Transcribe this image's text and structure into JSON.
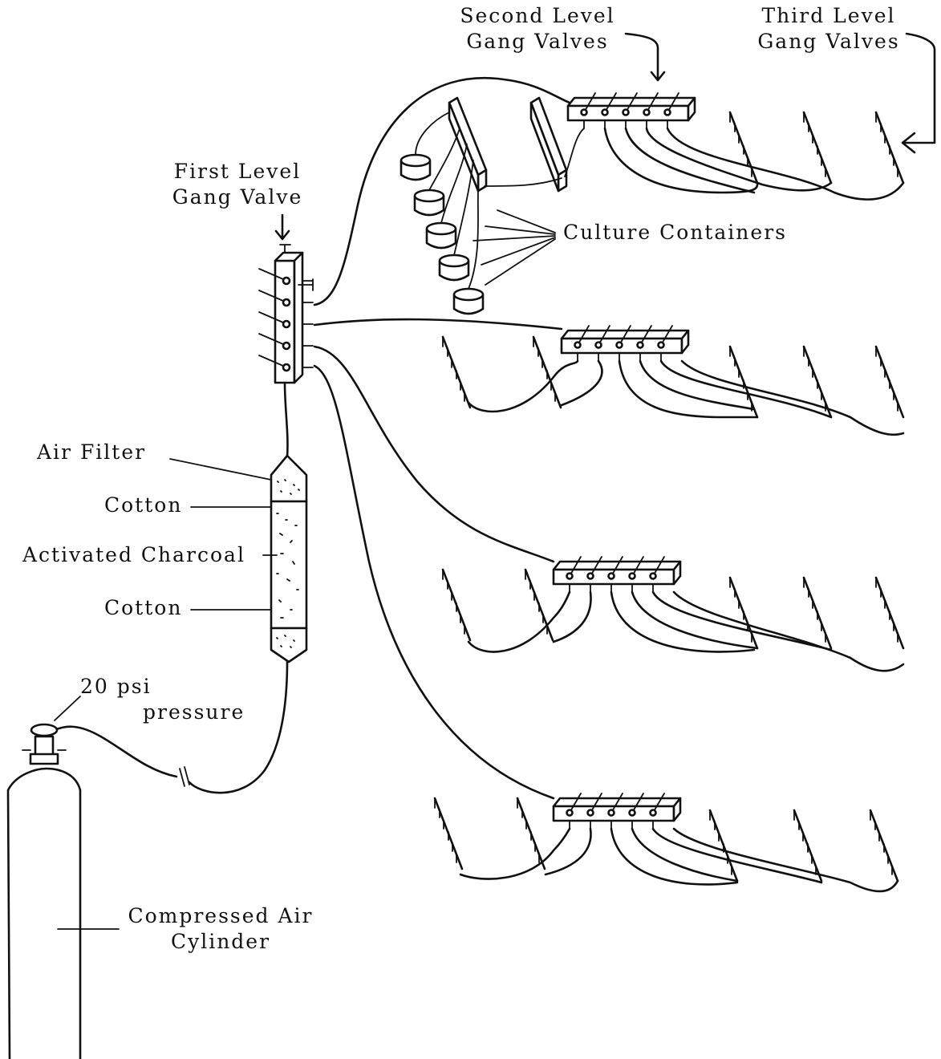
{
  "colors": {
    "ink": "#111111",
    "paper": "#ffffff"
  },
  "labels": {
    "second_level": {
      "line1": "Second Level",
      "line2": "Gang Valves"
    },
    "third_level": {
      "line1": "Third Level",
      "line2": "Gang Valves"
    },
    "first_level": {
      "line1": "First Level",
      "line2": "Gang Valve"
    },
    "culture_containers": "Culture Containers",
    "air_filter": "Air Filter",
    "cotton_top": "Cotton",
    "activated_charcoal": "Activated Charcoal",
    "cotton_bottom": "Cotton",
    "pressure": {
      "line1": "20 psi",
      "line2": "pressure"
    },
    "cylinder": {
      "line1": "Compressed Air",
      "line2": "Cylinder"
    }
  }
}
